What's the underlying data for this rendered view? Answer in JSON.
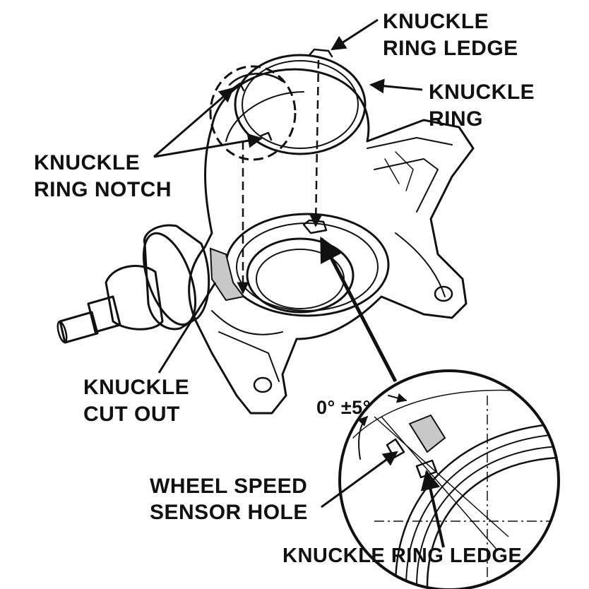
{
  "labels": {
    "knuckle_ring_ledge_top": [
      "KNUCKLE",
      "RING LEDGE"
    ],
    "knuckle_ring": [
      "KNUCKLE",
      "RING"
    ],
    "knuckle_ring_notch": [
      "KNUCKLE",
      "RING NOTCH"
    ],
    "knuckle_cut_out": [
      "KNUCKLE",
      "CUT OUT"
    ],
    "angle_spec": "0° ±5°",
    "wheel_speed_sensor_hole": [
      "WHEEL SPEED",
      "SENSOR HOLE"
    ],
    "knuckle_ring_ledge_bottom": "KNUCKLE RING LEDGE"
  },
  "colors": {
    "ink": "#111111",
    "shade": "#c8c8c8",
    "background": "#ffffff"
  }
}
